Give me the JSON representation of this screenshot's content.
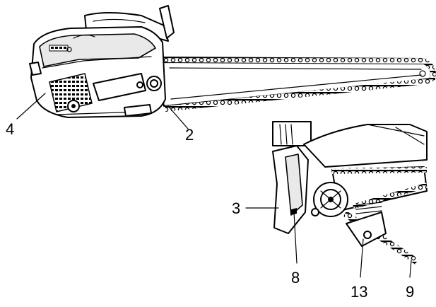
{
  "figure": {
    "callouts": {
      "c2": "2",
      "c3": "3",
      "c4": "4",
      "c8": "8",
      "c9": "9",
      "c13": "13"
    }
  }
}
